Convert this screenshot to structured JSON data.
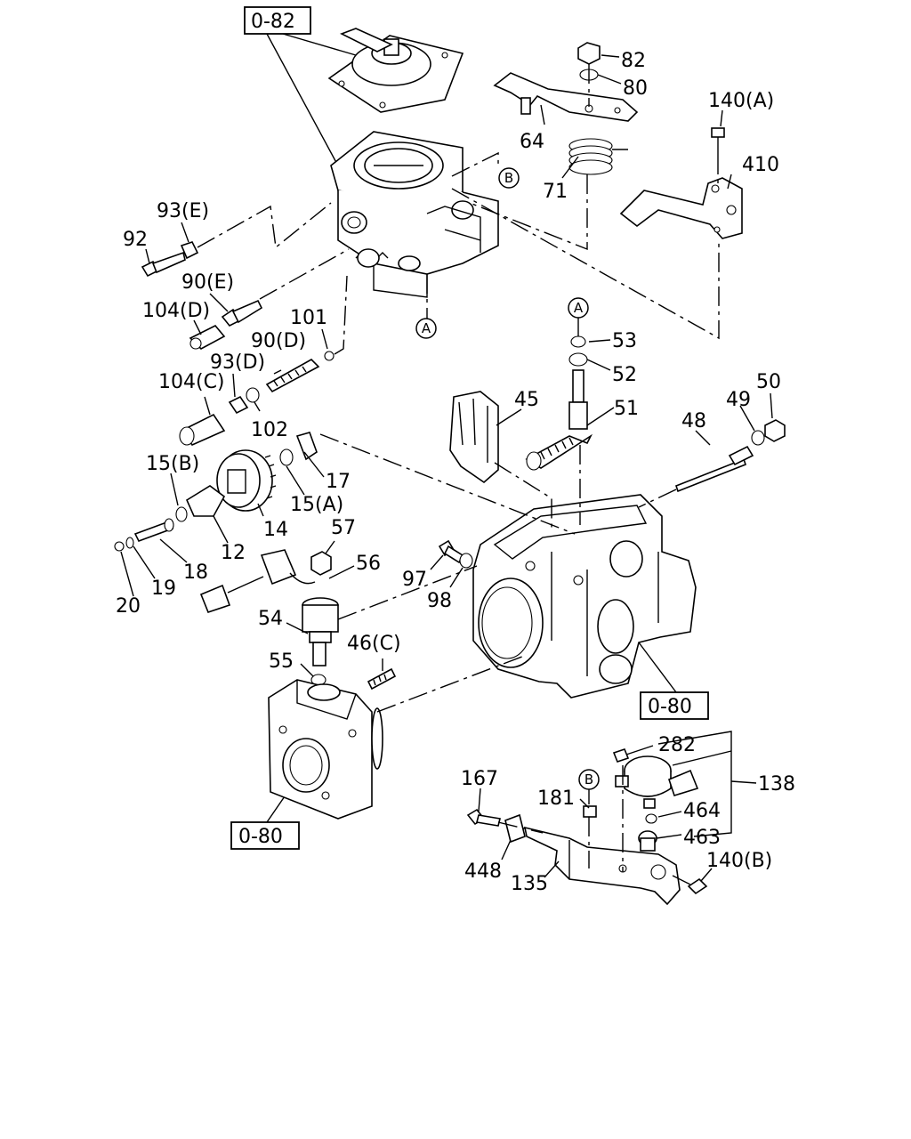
{
  "ref_boxes": {
    "top": "0-82",
    "body_right": "0-80",
    "body_left": "0-80"
  },
  "circle_markers": {
    "a_top": "A",
    "a_mid": "A",
    "b_top": "B",
    "b_bottom": "B"
  },
  "labels": {
    "p82": "82",
    "p80": "80",
    "p64": "64",
    "p71": "71",
    "p140a": "140(A)",
    "p410": "410",
    "p93e": "93(E)",
    "p92": "92",
    "p90e": "90(E)",
    "p104d": "104(D)",
    "p101": "101",
    "p90d": "90(D)",
    "p93d": "93(D)",
    "p104c": "104(C)",
    "p102": "102",
    "p53": "53",
    "p52": "52",
    "p45": "45",
    "p51": "51",
    "p48": "48",
    "p49": "49",
    "p50": "50",
    "p15b": "15(B)",
    "p17": "17",
    "p15a": "15(A)",
    "p14": "14",
    "p12": "12",
    "p18": "18",
    "p19": "19",
    "p20": "20",
    "p57": "57",
    "p56": "56",
    "p97": "97",
    "p98": "98",
    "p54": "54",
    "p55": "55",
    "p46c": "46(C)",
    "p282": "282",
    "p138": "138",
    "p167": "167",
    "p181": "181",
    "p464": "464",
    "p463": "463",
    "p448": "448",
    "p135": "135",
    "p140b": "140(B)"
  }
}
